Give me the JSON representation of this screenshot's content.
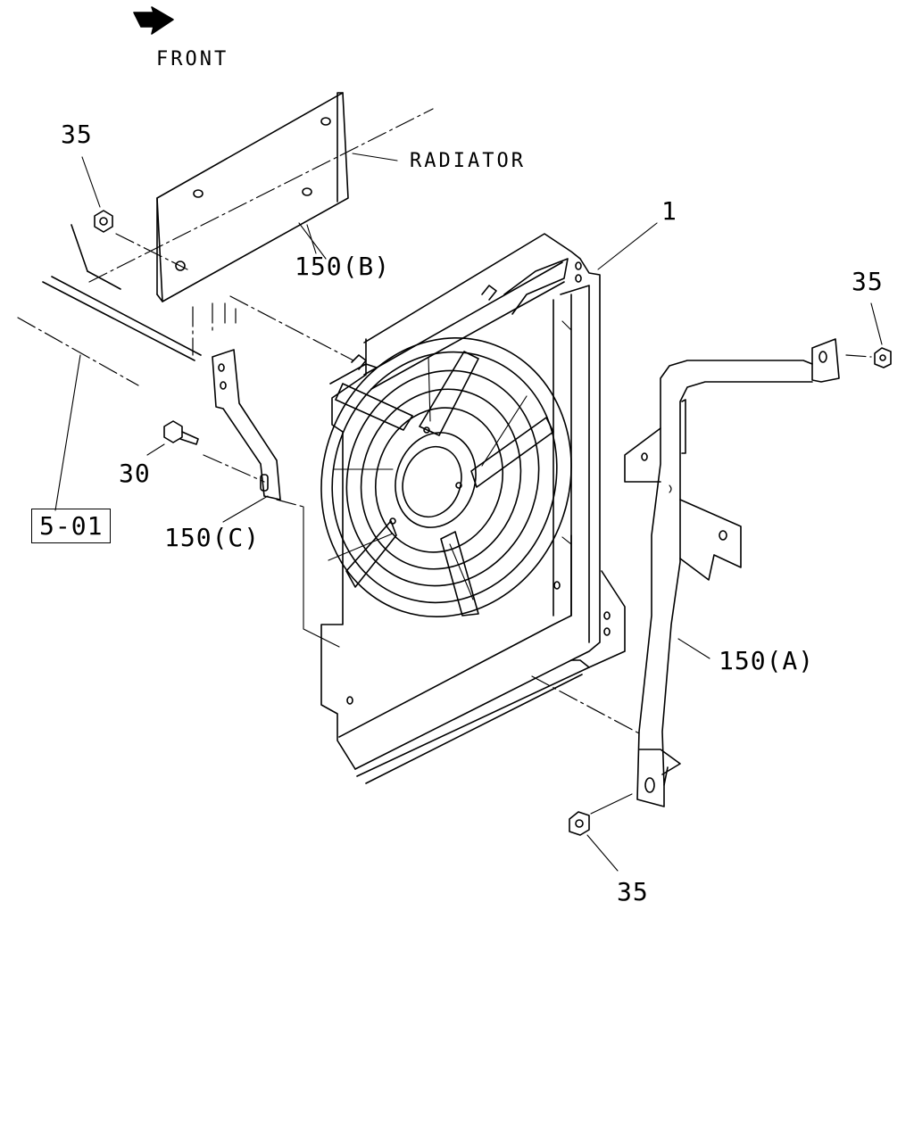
{
  "labels": {
    "front": "FRONT",
    "radiator": "RADIATOR",
    "part_1": "1",
    "part_35_top_left": "35",
    "part_35_right": "35",
    "part_35_bottom": "35",
    "part_30": "30",
    "part_150a": "150(A)",
    "part_150b": "150(B)",
    "part_150c": "150(C)",
    "ref_5_01": "5-01"
  },
  "icons": {
    "front_direction": "arrow-right-icon"
  },
  "colors": {
    "ink": "#000000",
    "paper": "#ffffff"
  }
}
